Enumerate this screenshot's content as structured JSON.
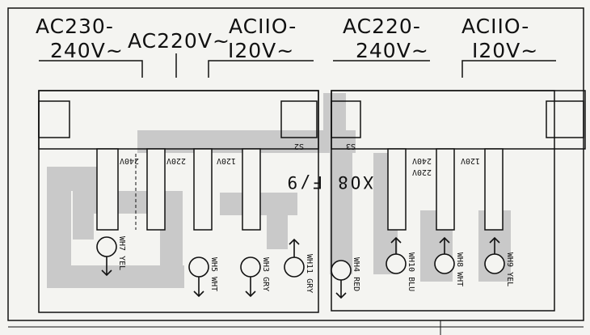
{
  "labels": {
    "ac230_240": {
      "line1": "AC230-",
      "line2": "240V~"
    },
    "ac220": "AC220V~",
    "ac110_120_left": {
      "line1": "ACIIO-",
      "line2": "I20V~"
    },
    "ac220_240": {
      "line1": "AC220-",
      "line2": "240V~"
    },
    "ac110_120_right": {
      "line1": "ACIIO-",
      "line2": "I20V~"
    }
  },
  "board": {
    "switch_left": "S2",
    "switch_right": "S3",
    "board_code": "XO8 F/9"
  },
  "taps": {
    "t240": "240V",
    "t220": "220V",
    "t120": "120V",
    "r240": "240V",
    "r220": "220V",
    "r120": "120V"
  },
  "wires": {
    "wh7": "WH7 YEL",
    "wh5": "WH5 WHT",
    "wh3": "WH3 GRY",
    "wh11": "WH11 GRY",
    "wh4": "WH4 RED",
    "wh10": "WH10 BLU",
    "wh8": "WH8 WHT",
    "wh9": "WH9 YEL"
  },
  "colors": {
    "ink": "#111111",
    "trace": "#c9c9c9",
    "paper": "#f4f4f1"
  }
}
